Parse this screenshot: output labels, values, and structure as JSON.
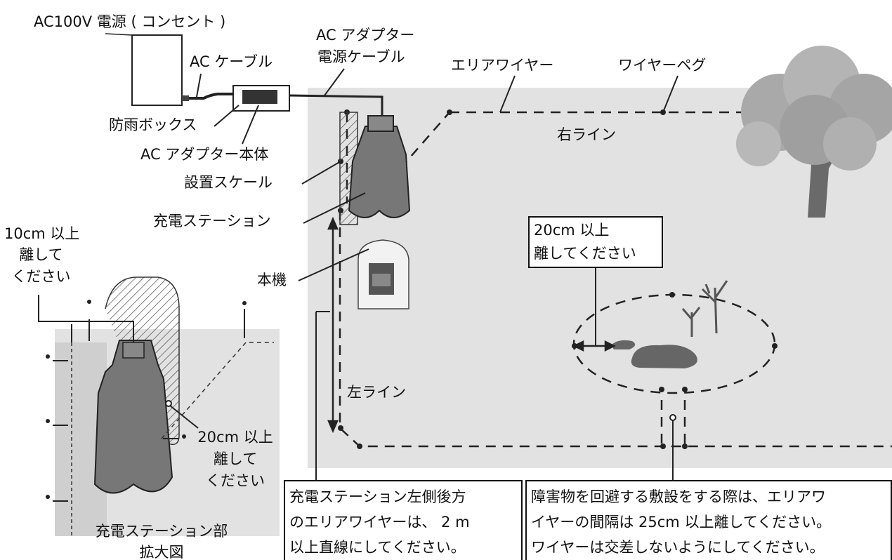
{
  "labels": {
    "power_outlet": "AC100V 電源 ( コンセント )",
    "ac_cable": "AC ケーブル",
    "adapter_cable_line1": "AC アダプター",
    "adapter_cable_line2": "電源ケーブル",
    "area_wire": "エリアワイヤー",
    "wire_peg": "ワイヤーペグ",
    "rain_box": "防雨ボックス",
    "adapter_body": "AC アダプター本体",
    "install_scale": "設置スケール",
    "right_line": "右ライン",
    "charging_station": "充電ステーション",
    "clearance_10_line1": "10cm 以上",
    "clearance_10_line2": "離して",
    "clearance_10_line3": "ください",
    "main_unit": "本機",
    "left_line": "左ライン",
    "clearance_20_small_line1": "20cm 以上",
    "clearance_20_small_line2": "離して",
    "clearance_20_small_line3": "ください",
    "inset_caption_line1": "充電ステーション部",
    "inset_caption_line2": "拡大図"
  },
  "boxes": {
    "clearance_20": [
      "20cm 以上",
      "離してください"
    ],
    "left_note": [
      "充電ステーション左側後方",
      "のエリアワイヤーは、 2 m",
      "以上直線にしてください。"
    ],
    "obstacle_note": [
      "障害物を回避する敷設をする際は、エリアワ",
      "イヤーの間隔は 25cm 以上離してください。",
      "ワイヤーは交差しないようにしてください。"
    ]
  }
}
